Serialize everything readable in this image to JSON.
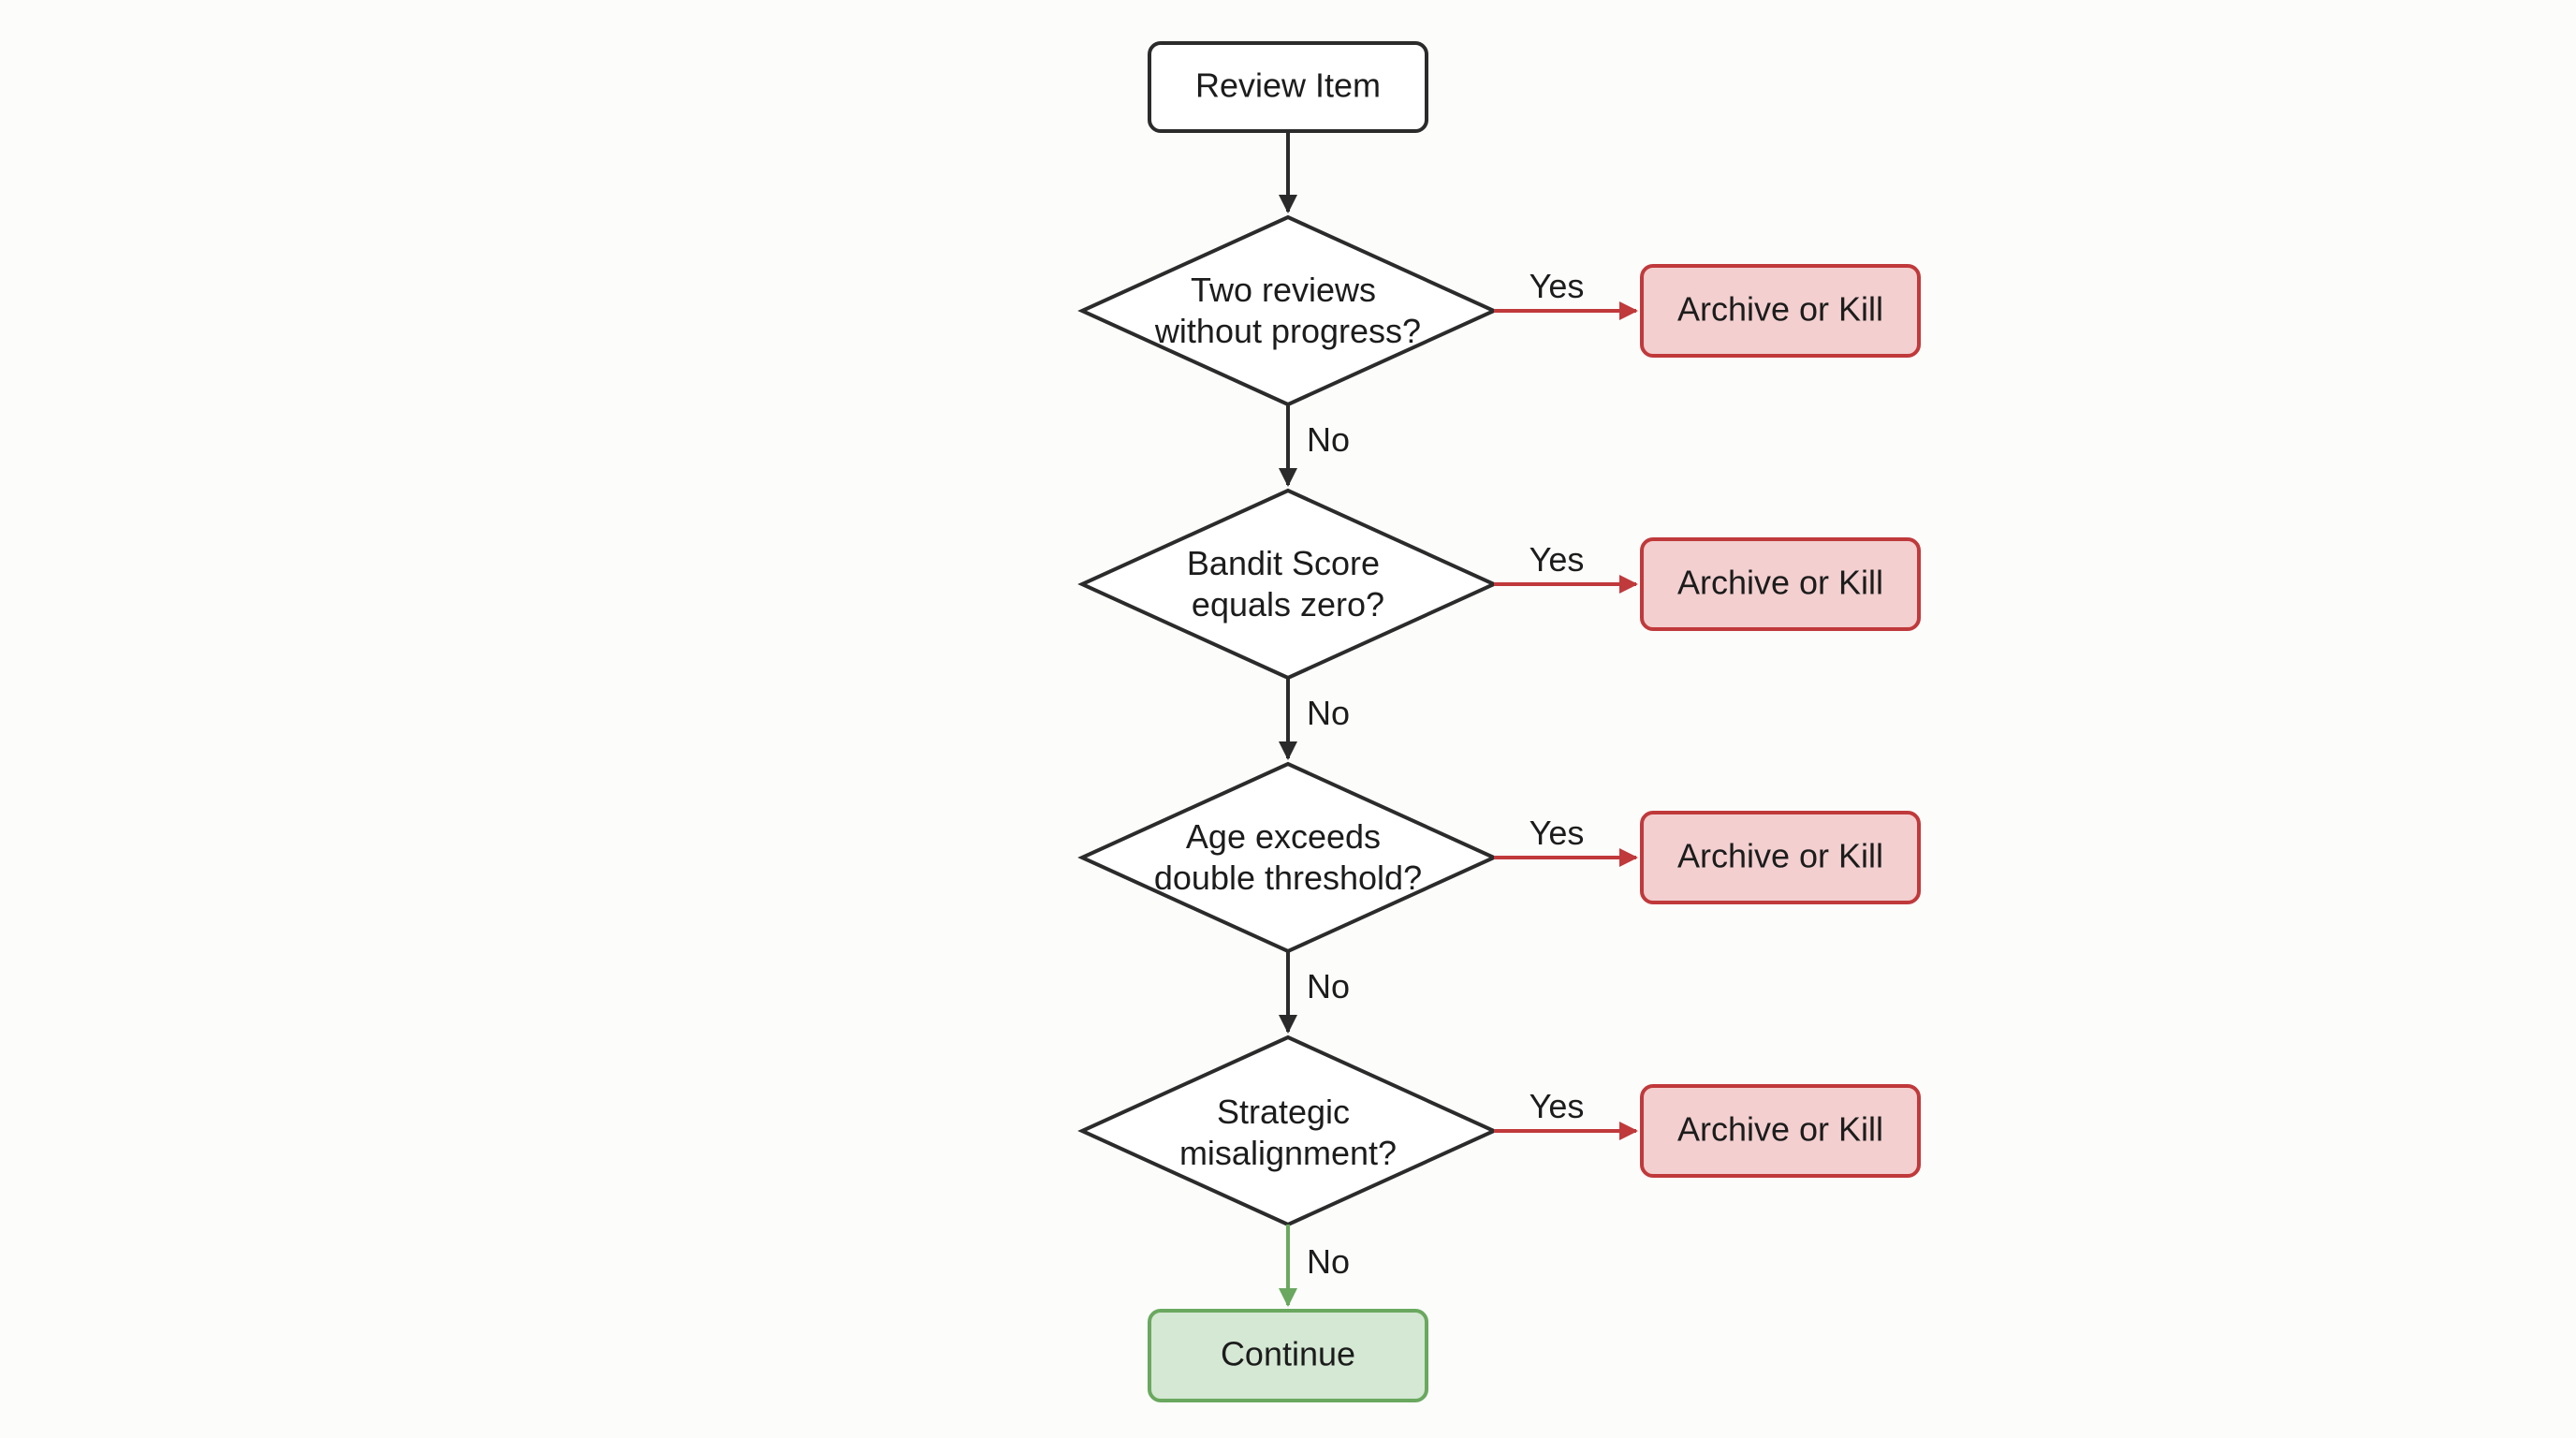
{
  "flowchart": {
    "start": {
      "label": "Review Item"
    },
    "decisions": [
      {
        "lines": [
          "Two reviews",
          "without progress?"
        ],
        "yes_label": "Yes",
        "no_label": "No",
        "outcome": "Archive or Kill"
      },
      {
        "lines": [
          "Bandit Score",
          "equals zero?"
        ],
        "yes_label": "Yes",
        "no_label": "No",
        "outcome": "Archive or Kill"
      },
      {
        "lines": [
          "Age exceeds",
          "double threshold?"
        ],
        "yes_label": "Yes",
        "no_label": "No",
        "outcome": "Archive or Kill"
      },
      {
        "lines": [
          "Strategic",
          "misalignment?"
        ],
        "yes_label": "Yes",
        "no_label": "No",
        "outcome": "Archive or Kill"
      }
    ],
    "end": {
      "label": "Continue"
    }
  },
  "colors": {
    "stroke": "#2b2b2b",
    "node_fill": "#ffffff",
    "kill_fill": "#f3cfcf",
    "kill_stroke": "#c0393b",
    "kill_arrow": "#c0393b",
    "continue_fill": "#d4e8d3",
    "continue_stroke": "#6aa85f",
    "continue_arrow": "#6aa85f",
    "background": "#fcfcfb"
  }
}
